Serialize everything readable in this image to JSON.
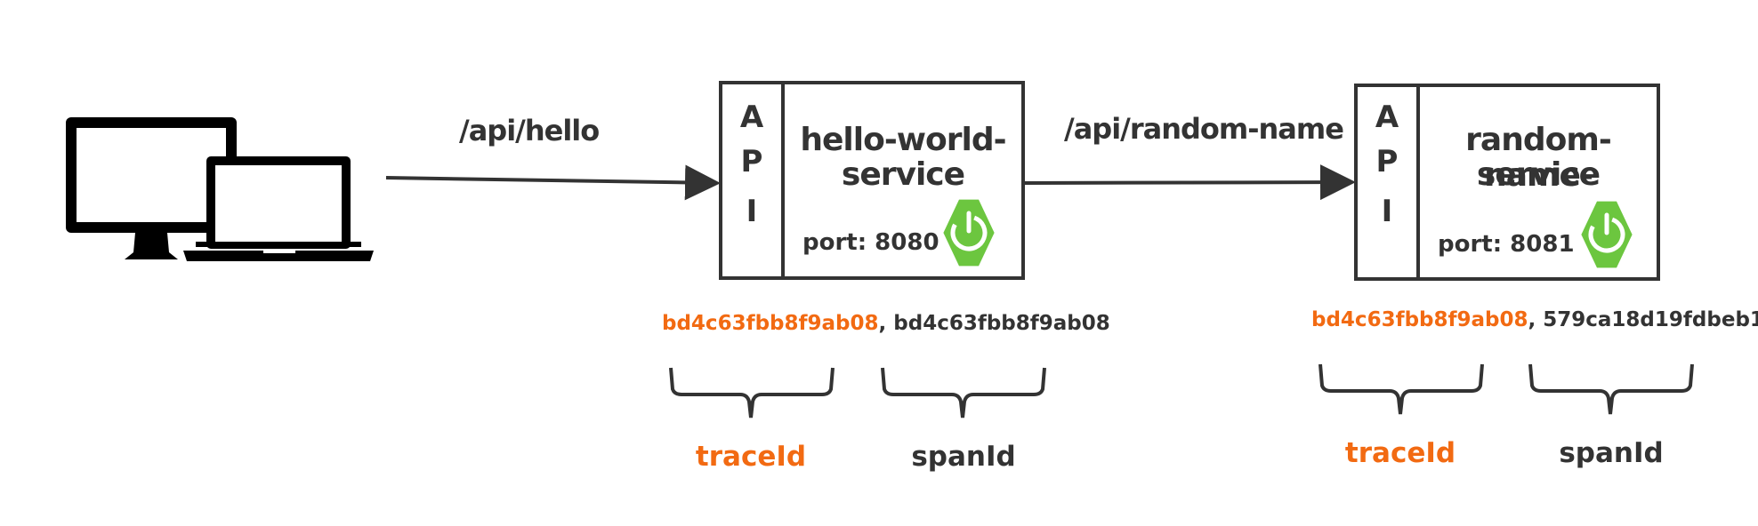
{
  "colors": {
    "trace": "#f26a12",
    "stroke": "#333333",
    "spring": "#6cc63f",
    "device": "#000000"
  },
  "client": {
    "icon": "desktop-laptop-icon"
  },
  "edges": [
    {
      "label": "/api/hello"
    },
    {
      "label": "/api/random-name"
    }
  ],
  "services": [
    {
      "api_letters": [
        "A",
        "P",
        "I"
      ],
      "name_line1": "hello-world-",
      "name_line2": "service",
      "port": "port: 8080",
      "icon": "spring-boot-power-icon",
      "trace_id": "bd4c63fbb8f9ab08",
      "separator": ", ",
      "span_id": "bd4c63fbb8f9ab08",
      "trace_label": "traceId",
      "span_label": "spanId"
    },
    {
      "api_letters": [
        "A",
        "P",
        "I"
      ],
      "name_line1": "random-name-",
      "name_line2": "service",
      "port": "port: 8081",
      "icon": "spring-boot-power-icon",
      "trace_id": "bd4c63fbb8f9ab08",
      "separator": ", ",
      "span_id": "579ca18d19fdbeb1",
      "trace_label": "traceId",
      "span_label": "spanId"
    }
  ]
}
